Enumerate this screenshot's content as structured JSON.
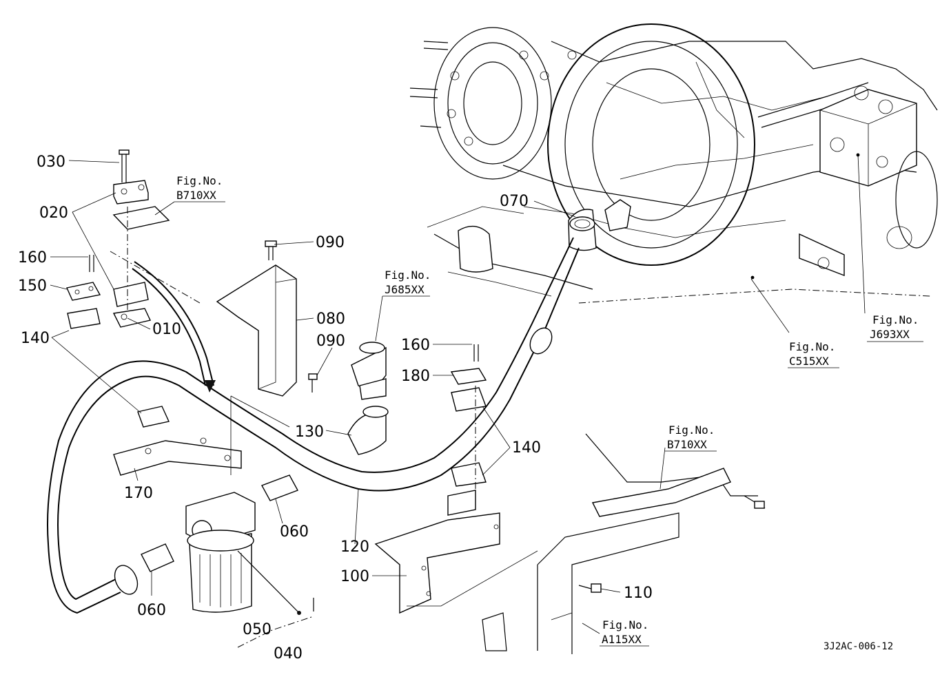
{
  "diagram": {
    "drawing_code": "3J2AC-006-12",
    "part_labels": [
      {
        "id": "030",
        "text": "030"
      },
      {
        "id": "020",
        "text": "020"
      },
      {
        "id": "160a",
        "text": "160"
      },
      {
        "id": "150",
        "text": "150"
      },
      {
        "id": "010",
        "text": "010"
      },
      {
        "id": "140a",
        "text": "140"
      },
      {
        "id": "170",
        "text": "170"
      },
      {
        "id": "060a",
        "text": "060"
      },
      {
        "id": "050",
        "text": "050"
      },
      {
        "id": "040",
        "text": "040"
      },
      {
        "id": "060b",
        "text": "060"
      },
      {
        "id": "120",
        "text": "120"
      },
      {
        "id": "100",
        "text": "100"
      },
      {
        "id": "130",
        "text": "130"
      },
      {
        "id": "090a",
        "text": "090"
      },
      {
        "id": "080",
        "text": "080"
      },
      {
        "id": "090b",
        "text": "090"
      },
      {
        "id": "160b",
        "text": "160"
      },
      {
        "id": "180",
        "text": "180"
      },
      {
        "id": "140b",
        "text": "140"
      },
      {
        "id": "070",
        "text": "070"
      },
      {
        "id": "110",
        "text": "110"
      }
    ],
    "fig_refs": [
      {
        "id": "b710a",
        "line1": "Fig.No.",
        "line2": "B710XX"
      },
      {
        "id": "j685",
        "line1": "Fig.No.",
        "line2": "J685XX"
      },
      {
        "id": "c515",
        "line1": "Fig.No.",
        "line2": "C515XX"
      },
      {
        "id": "j693",
        "line1": "Fig.No.",
        "line2": "J693XX"
      },
      {
        "id": "b710b",
        "line1": "Fig.No.",
        "line2": "B710XX"
      },
      {
        "id": "a115",
        "line1": "Fig.No.",
        "line2": "A115XX"
      }
    ]
  }
}
